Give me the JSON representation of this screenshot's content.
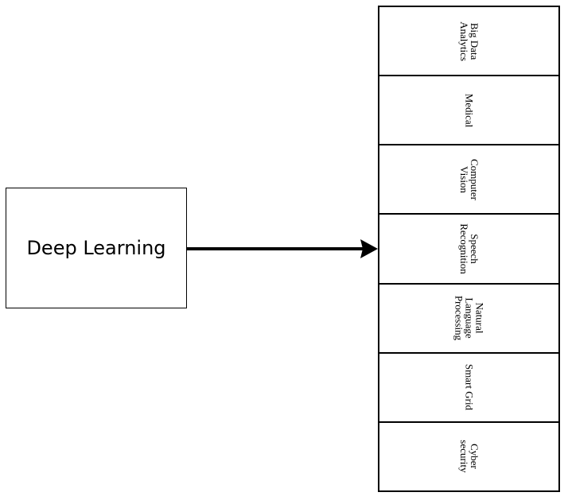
{
  "source": {
    "label": "Deep Learning"
  },
  "applications": [
    {
      "label": "Big Data\nAnalytics"
    },
    {
      "label": "Medical"
    },
    {
      "label": "Computer\nVision"
    },
    {
      "label": "Speech\nRecognition"
    },
    {
      "label": "Natural\nLanguage\nProcessing"
    },
    {
      "label": "Smart Grid"
    },
    {
      "label": "Cyber\nsecurity"
    }
  ]
}
